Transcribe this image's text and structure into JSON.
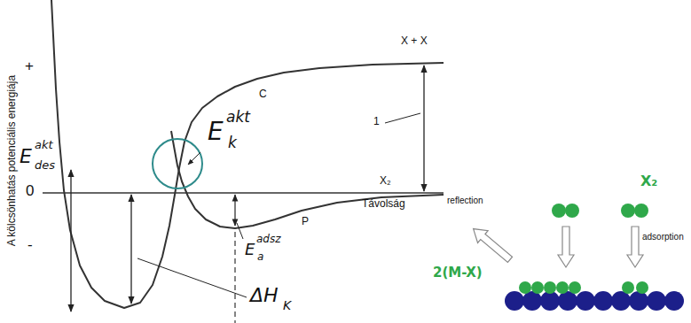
{
  "diagram": {
    "labels": [
      "A kölcsönhatás potenciális energiája",
      "+",
      "0",
      "-",
      "X + X",
      "C",
      "1",
      "X₂",
      "Távolság",
      "P",
      "E",
      "akt",
      "des",
      "E",
      "akt",
      "k",
      "E",
      "adsz",
      "a",
      "ΔH",
      "K",
      "reflection",
      "adsorption",
      "X₂",
      "2(M-X)"
    ]
  }
}
